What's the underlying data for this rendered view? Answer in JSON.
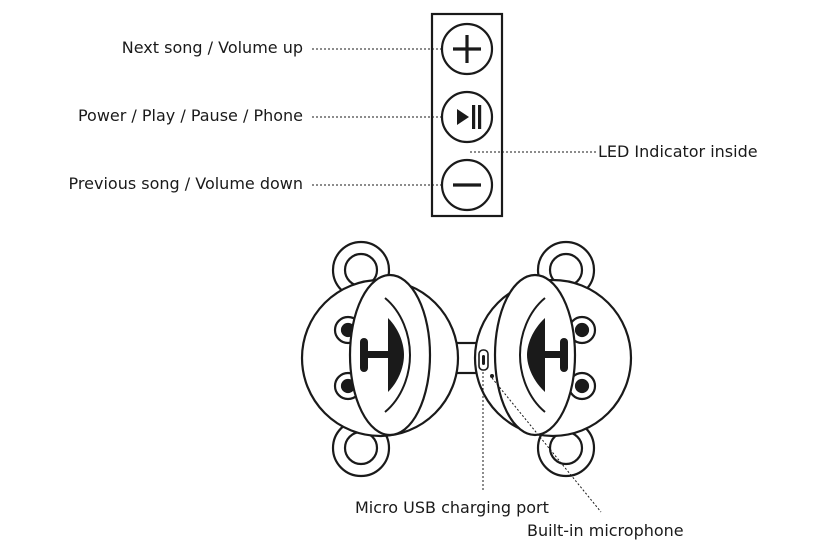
{
  "buttons": {
    "next": {
      "label": "Next song / Volume up",
      "icon": "plus-icon"
    },
    "play": {
      "label": "Power / Play / Pause / Phone",
      "icon": "play-pause-icon"
    },
    "prev": {
      "label": "Previous song / Volume down",
      "icon": "minus-icon"
    }
  },
  "led": {
    "label": "LED Indicator inside"
  },
  "ports": {
    "usb": {
      "label": "Micro USB charging port"
    },
    "mic": {
      "label": "Built-in microphone"
    }
  },
  "colors": {
    "ink": "#1a1a1a",
    "background": "#ffffff"
  }
}
